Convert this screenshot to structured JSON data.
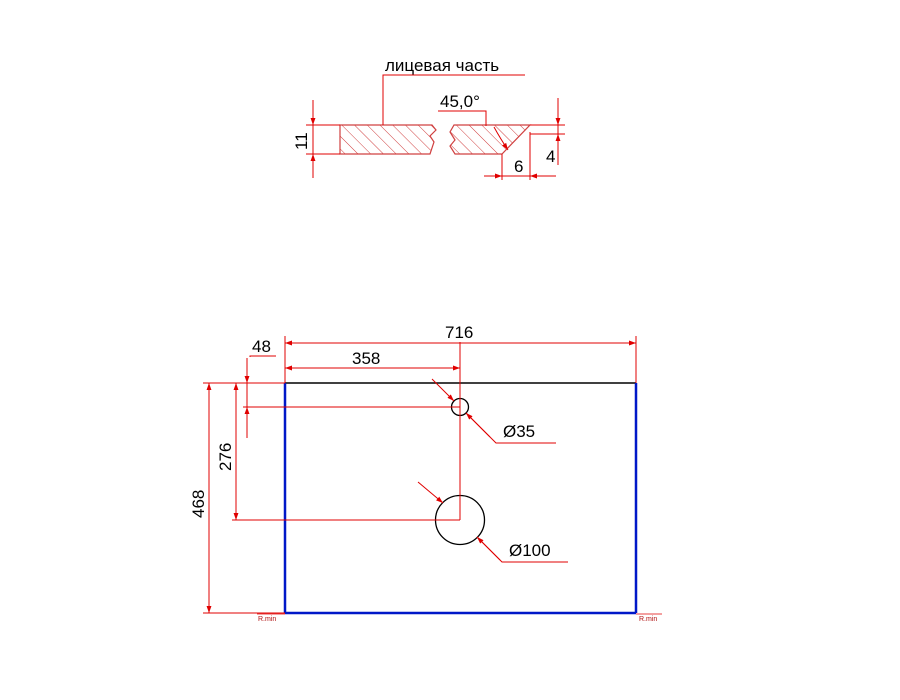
{
  "colors": {
    "dimension": "#e00000",
    "outline": "#0018c8",
    "edge": "#000000",
    "hatch": "#d04040",
    "text": "#000000"
  },
  "section": {
    "face_label": "лицевая часть",
    "angle_label": "45,0°",
    "thickness_label": "11",
    "chamfer_width_label": "6",
    "chamfer_depth_label": "4"
  },
  "plan": {
    "width_label": "716",
    "center_offset_label": "358",
    "edge_offset_label": "48",
    "depth_label": "468",
    "drain_offset_label": "276",
    "tap_hole_label": "Ø35",
    "drain_hole_label": "Ø100",
    "corner_left_label": "R.min",
    "corner_right_label": "R.min"
  }
}
